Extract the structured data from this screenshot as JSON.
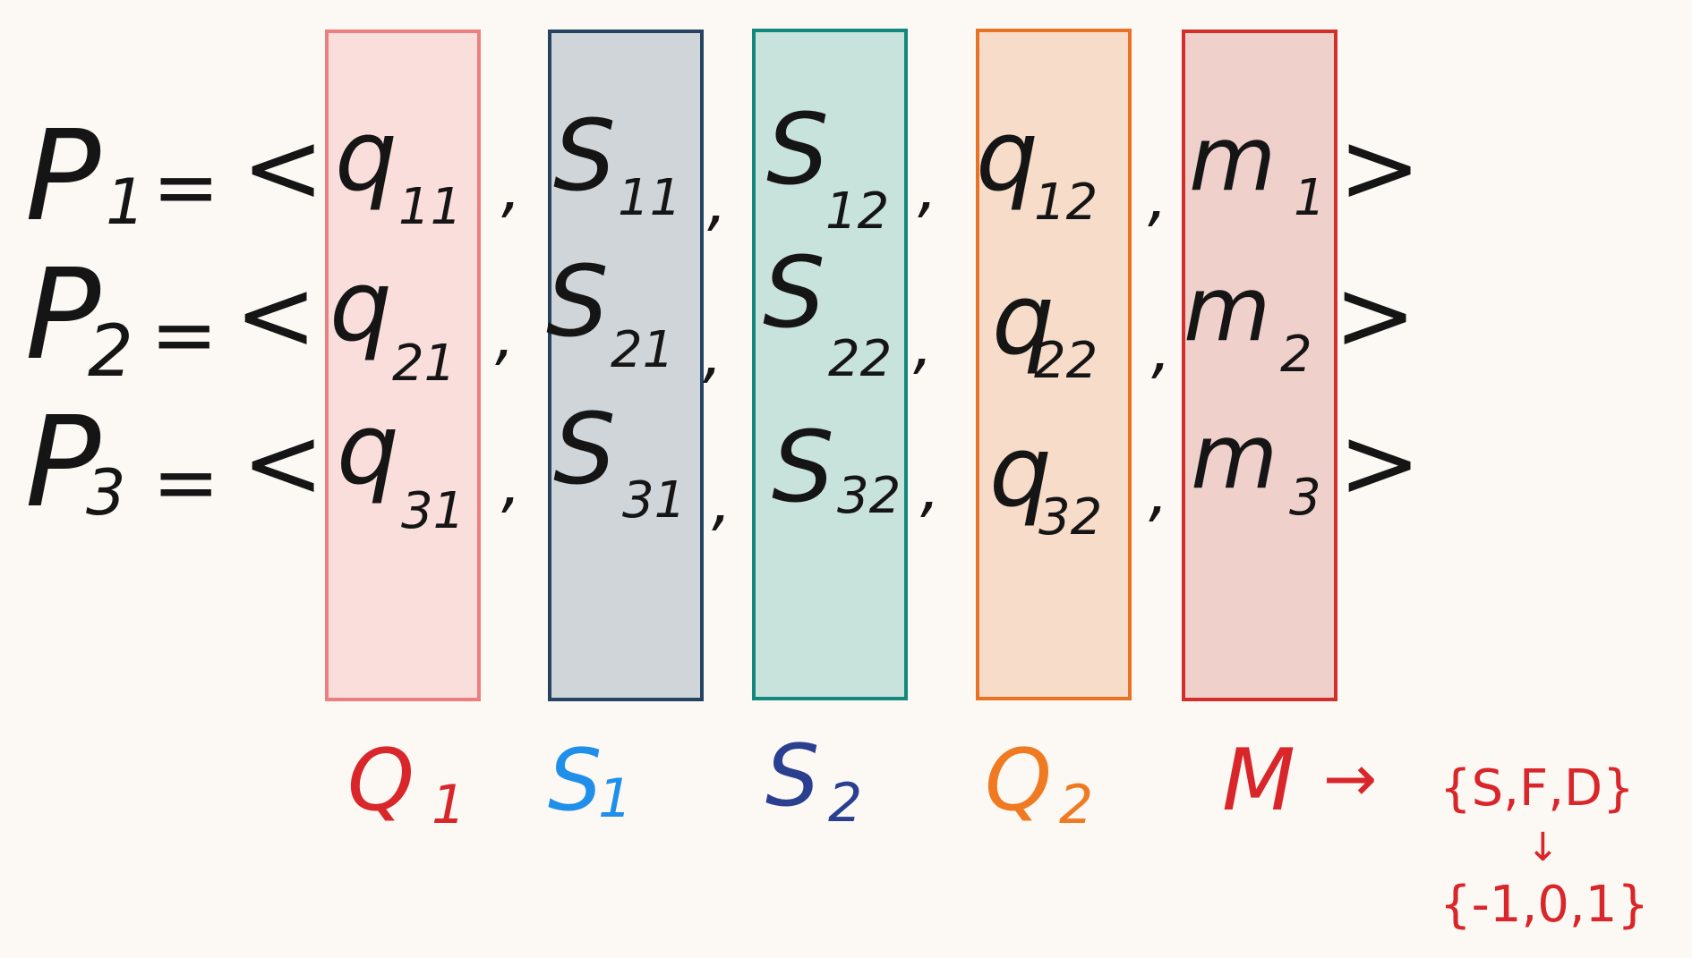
{
  "columns": [
    {
      "id": "Q1",
      "label": "Q",
      "sub": "1",
      "fill": "#fadedc",
      "stroke": "#ec7f80",
      "label_color": "#d8262b"
    },
    {
      "id": "S1",
      "label": "S",
      "sub": "1",
      "fill": "#cfd5d9",
      "stroke": "#254461",
      "label_color": "#1f8fea"
    },
    {
      "id": "S2",
      "label": "S",
      "sub": "2",
      "fill": "#c8e2dc",
      "stroke": "#13887c",
      "label_color": "#2a3f8f"
    },
    {
      "id": "Q2",
      "label": "Q",
      "sub": "2",
      "fill": "#f6dcc9",
      "stroke": "#e87325",
      "label_color": "#f07a21"
    },
    {
      "id": "M",
      "label": "M",
      "sub": "",
      "fill": "#f0d0cb",
      "stroke": "#d22e2b",
      "label_color": "#d8262b"
    }
  ],
  "rows": [
    {
      "name": "P",
      "idx": "1",
      "items": [
        {
          "base": "q",
          "sub": "11"
        },
        {
          "base": "S",
          "sub": "11"
        },
        {
          "base": "S",
          "sub": "12"
        },
        {
          "base": "q",
          "sub": "12"
        },
        {
          "base": "m",
          "sub": "1"
        }
      ]
    },
    {
      "name": "P",
      "idx": "2",
      "items": [
        {
          "base": "q",
          "sub": "21"
        },
        {
          "base": "S",
          "sub": "21"
        },
        {
          "base": "S",
          "sub": "22"
        },
        {
          "base": "q",
          "sub": "22"
        },
        {
          "base": "m",
          "sub": "2"
        }
      ]
    },
    {
      "name": "P",
      "idx": "3",
      "items": [
        {
          "base": "q",
          "sub": "31"
        },
        {
          "base": "S",
          "sub": "31"
        },
        {
          "base": "S",
          "sub": "32"
        },
        {
          "base": "q",
          "sub": "32"
        },
        {
          "base": "m",
          "sub": "3"
        }
      ]
    }
  ],
  "symbols": {
    "equals": "=",
    "open": "<",
    "close": ">",
    "comma": ","
  },
  "mapping": {
    "arrow": "→",
    "set_values": "{S,F,D}",
    "down_arrow": "↓",
    "set_numeric": "{-1,0,1}"
  }
}
